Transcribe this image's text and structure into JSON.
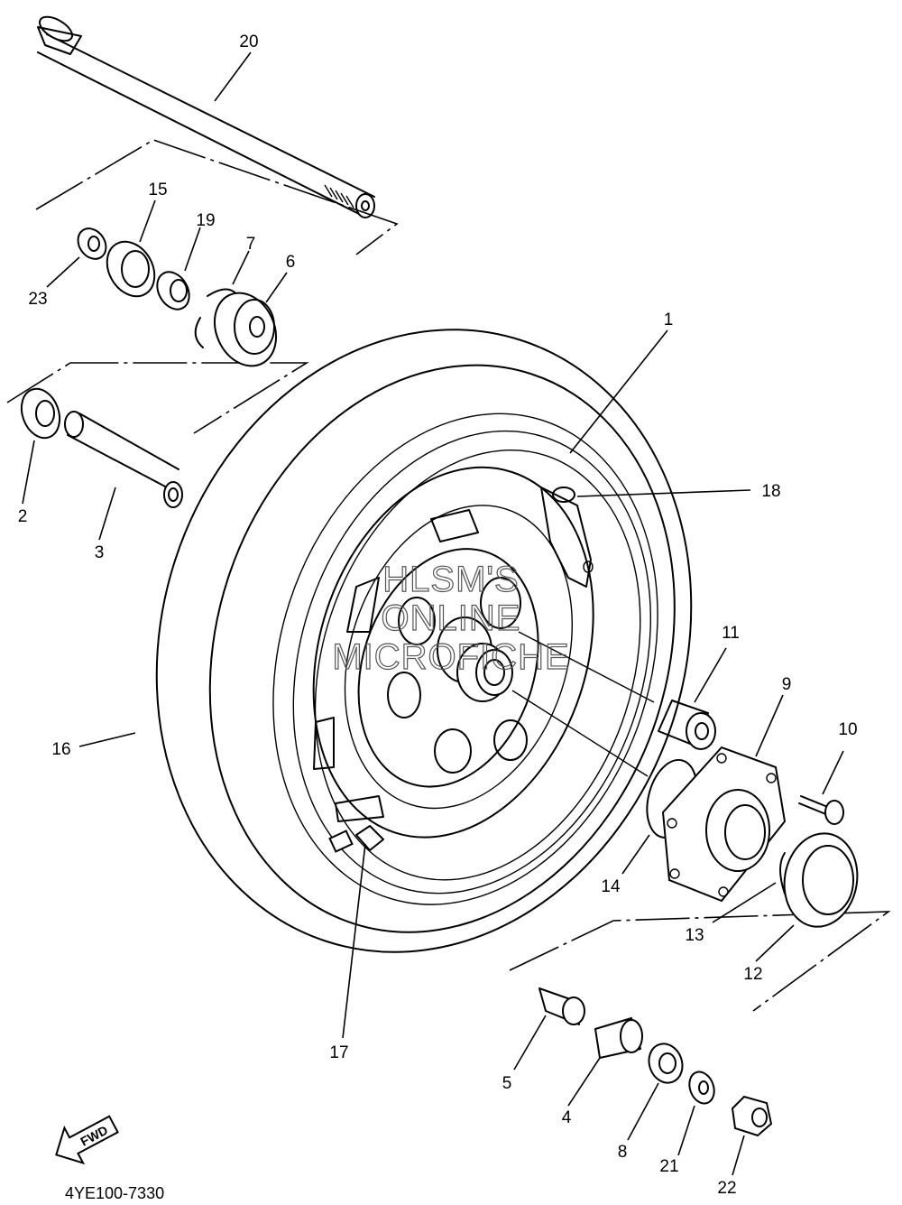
{
  "callouts": [
    "1",
    "2",
    "3",
    "4",
    "5",
    "6",
    "7",
    "8",
    "9",
    "10",
    "11",
    "12",
    "13",
    "14",
    "15",
    "16",
    "17",
    "18",
    "19",
    "20",
    "21",
    "22",
    "23"
  ],
  "diagram_code": "4YE100-7330",
  "direction_label": "FWD",
  "watermark": [
    "HLSM'S",
    "ONLINE",
    "MICROFICHE"
  ]
}
